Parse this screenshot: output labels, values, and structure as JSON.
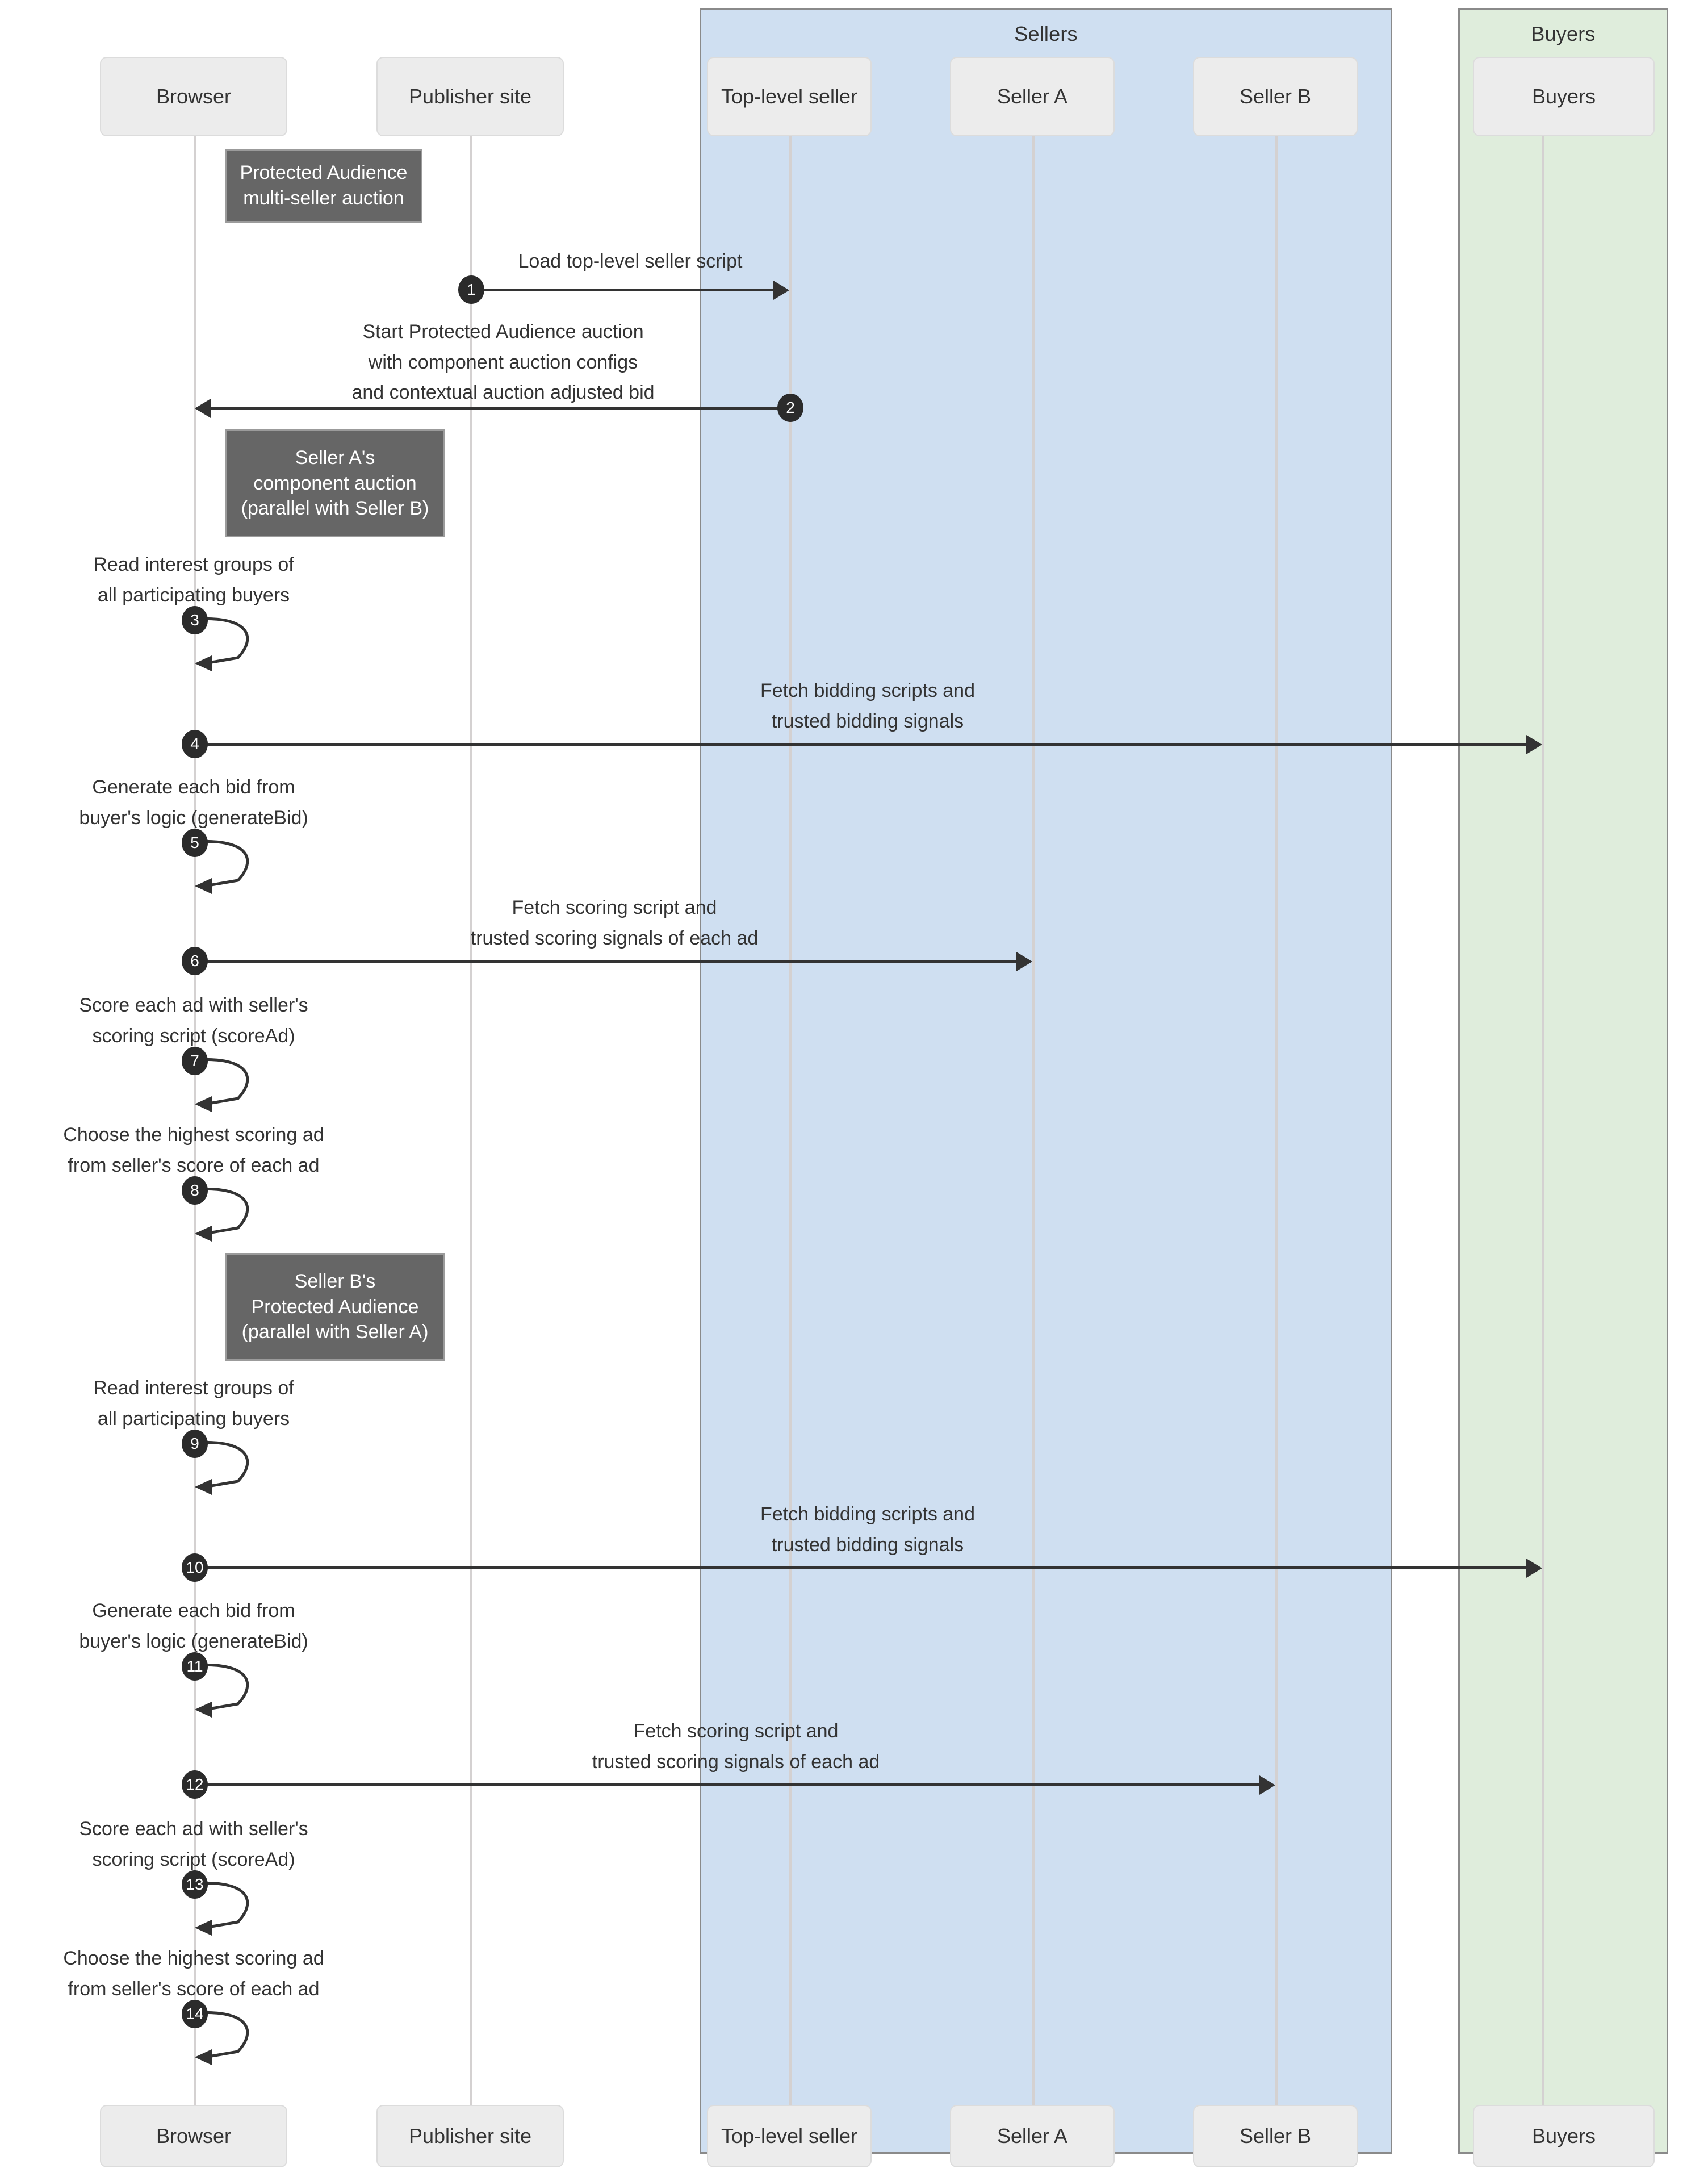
{
  "diagram": {
    "title": "Protected Audience multi-seller auction",
    "colors": {
      "sellers_group_fill": "#cfdff1",
      "buyers_group_fill": "#dfeddc",
      "group_border": "#8a8a8a",
      "participant_fill": "#ececec",
      "participant_border": "#dcdcdc",
      "note_fill": "#666666",
      "note_border": "#9b9b9b",
      "note_text": "#ffffff",
      "lifeline": "#d4d1d1",
      "arrow": "#333333",
      "seqnum_fill": "#2b2b2b",
      "text": "#333333"
    }
  },
  "groups": [
    {
      "id": "sellers",
      "label": "Sellers"
    },
    {
      "id": "buyers",
      "label": "Buyers"
    }
  ],
  "participants": [
    {
      "id": "browser",
      "label": "Browser"
    },
    {
      "id": "publisher",
      "label": "Publisher site"
    },
    {
      "id": "toplevel",
      "label": "Top-level seller"
    },
    {
      "id": "sellerA",
      "label": "Seller A"
    },
    {
      "id": "sellerB",
      "label": "Seller B"
    },
    {
      "id": "buyers",
      "label": "Buyers"
    }
  ],
  "notes": [
    {
      "id": "note-multiseller",
      "lines": [
        "Protected Audience",
        "multi-seller auction"
      ]
    },
    {
      "id": "note-sellerA",
      "lines": [
        "Seller A's",
        "component auction",
        "(parallel with Seller B)"
      ]
    },
    {
      "id": "note-sellerB",
      "lines": [
        "Seller B's",
        "Protected Audience",
        "(parallel with Seller A)"
      ]
    }
  ],
  "messages": [
    {
      "num": "1",
      "from": "publisher",
      "to": "toplevel",
      "kind": "call",
      "lines": [
        "Load top-level seller script"
      ]
    },
    {
      "num": "2",
      "from": "toplevel",
      "to": "browser",
      "kind": "return",
      "lines": [
        "Start Protected Audience auction",
        "with component auction configs",
        "and contextual auction adjusted bid"
      ]
    },
    {
      "num": "3",
      "from": "browser",
      "to": "browser",
      "kind": "self",
      "lines": [
        "Read interest groups of",
        "all participating buyers"
      ]
    },
    {
      "num": "4",
      "from": "browser",
      "to": "buyers",
      "kind": "call",
      "lines": [
        "Fetch bidding scripts and",
        "trusted bidding signals"
      ]
    },
    {
      "num": "5",
      "from": "browser",
      "to": "browser",
      "kind": "self",
      "lines": [
        "Generate each bid from",
        "buyer's logic (generateBid)"
      ]
    },
    {
      "num": "6",
      "from": "browser",
      "to": "sellerA",
      "kind": "call",
      "lines": [
        "Fetch scoring script and",
        "trusted scoring signals of each ad"
      ]
    },
    {
      "num": "7",
      "from": "browser",
      "to": "browser",
      "kind": "self",
      "lines": [
        "Score each ad with seller's",
        "scoring script (scoreAd)"
      ]
    },
    {
      "num": "8",
      "from": "browser",
      "to": "browser",
      "kind": "self",
      "lines": [
        "Choose the highest scoring ad",
        "from seller's score of each ad"
      ]
    },
    {
      "num": "9",
      "from": "browser",
      "to": "browser",
      "kind": "self",
      "lines": [
        "Read interest groups of",
        "all participating buyers"
      ]
    },
    {
      "num": "10",
      "from": "browser",
      "to": "buyers",
      "kind": "call",
      "lines": [
        "Fetch bidding scripts and",
        "trusted bidding signals"
      ]
    },
    {
      "num": "11",
      "from": "browser",
      "to": "browser",
      "kind": "self",
      "lines": [
        "Generate each bid from",
        "buyer's logic (generateBid)"
      ]
    },
    {
      "num": "12",
      "from": "browser",
      "to": "sellerB",
      "kind": "call",
      "lines": [
        "Fetch scoring script and",
        "trusted scoring signals of each ad"
      ]
    },
    {
      "num": "13",
      "from": "browser",
      "to": "browser",
      "kind": "self",
      "lines": [
        "Score each ad with seller's",
        "scoring script (scoreAd)"
      ]
    },
    {
      "num": "14",
      "from": "browser",
      "to": "browser",
      "kind": "self",
      "lines": [
        "Choose the highest scoring ad",
        "from seller's score of each ad"
      ]
    }
  ]
}
